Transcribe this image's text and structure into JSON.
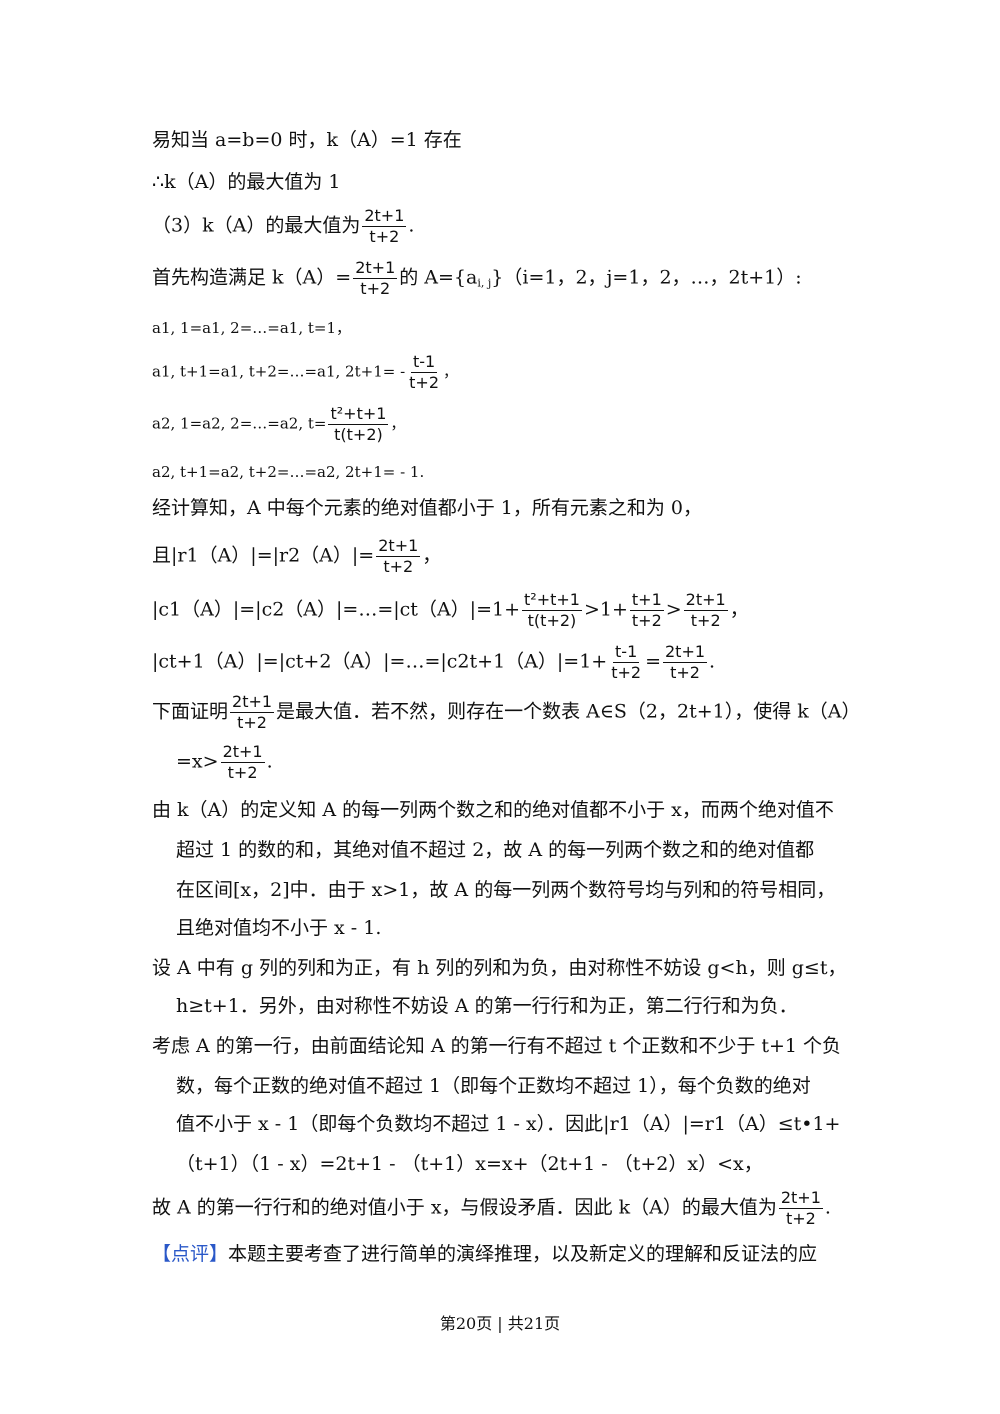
{
  "lines": {
    "l1": "易知当 a=b=0 时，k（A）=1 存在",
    "l2": "∴k（A）的最大值为 1",
    "l3a": "（3）k（A）的最大值为",
    "l3b": ".",
    "l4a": "首先构造满足 k（A）=",
    "l4b": "的 A={a",
    "l4c": "i, j",
    "l4d": "}（i=1，2，j=1，2，…，2t+1）:",
    "l5": "a1, 1=a1, 2=…=a1, t=1，",
    "l6a": "a1, t+1=a1, t+2=…=a1, 2t+1= -",
    "l6b": "，",
    "l7a": "a2, 1=a2, 2=…=a2, t=",
    "l7b": "，",
    "l8": "a2, t+1=a2, t+2=…=a2, 2t+1= - 1.",
    "l9": "经计算知，A 中每个元素的绝对值都小于 1，所有元素之和为 0，",
    "l10a": "且|r1（A）|=|r2（A）|=",
    "l10b": "，",
    "l11a": "|c1（A）|=|c2（A）|=…=|ct（A）|=1+",
    "l11b": ">1+",
    "l11c": ">",
    "l11d": "，",
    "l12a": "|ct+1（A）|=|ct+2（A）|=…=|c2t+1（A）|=1+",
    "l12b": "=",
    "l12c": ".",
    "l13a": "下面证明",
    "l13b": "是最大值．若不然，则存在一个数表 A∈S（2，2t+1），使得 k（A）",
    "l14a": "=x>",
    "l14b": ".",
    "l15": "由 k（A）的定义知 A 的每一列两个数之和的绝对值都不小于 x，而两个绝对值不",
    "l16": "超过 1 的数的和，其绝对值不超过 2，故 A 的每一列两个数之和的绝对值都",
    "l17": "在区间[x，2]中．由于 x>1，故 A 的每一列两个数符号均与列和的符号相同，",
    "l18": "且绝对值均不小于 x - 1.",
    "l19": "设 A 中有 g 列的列和为正，有 h 列的列和为负，由对称性不妨设 g<h，则 g≤t，",
    "l20": "h≥t+1．另外，由对称性不妨设 A 的第一行行和为正，第二行行和为负．",
    "l21": "考虑 A 的第一行，由前面结论知 A 的第一行有不超过 t 个正数和不少于 t+1 个负",
    "l22": "数，每个正数的绝对值不超过 1（即每个正数均不超过 1），每个负数的绝对",
    "l23": "值不小于 x - 1（即每个负数均不超过 1 - x）．因此|r1（A）|=r1（A）≤t•1+",
    "l24": "（t+1）（1 - x）=2t+1 - （t+1）x=x+（2t+1 - （t+2）x）<x，",
    "l25a": "故 A 的第一行行和的绝对值小于 x，与假设矛盾．因此 k（A）的最大值为",
    "l25b": ".",
    "l26a": "【点评】",
    "l26b": "本题主要考查了进行简单的演绎推理，以及新定义的理解和反证法的应"
  },
  "fracs": {
    "f_2t1_t2": {
      "num": "2t+1",
      "den": "t+2"
    },
    "f_t1_t2": {
      "num": "t-1",
      "den": "t+2"
    },
    "f_t2t1_tt2": {
      "num": "t²+t+1",
      "den": "t(t+2)"
    },
    "f_tp1_t2": {
      "num": "t+1",
      "den": "t+2"
    }
  },
  "footer": "第20页 | 共21页",
  "colors": {
    "bracket": "#2a58c8"
  }
}
